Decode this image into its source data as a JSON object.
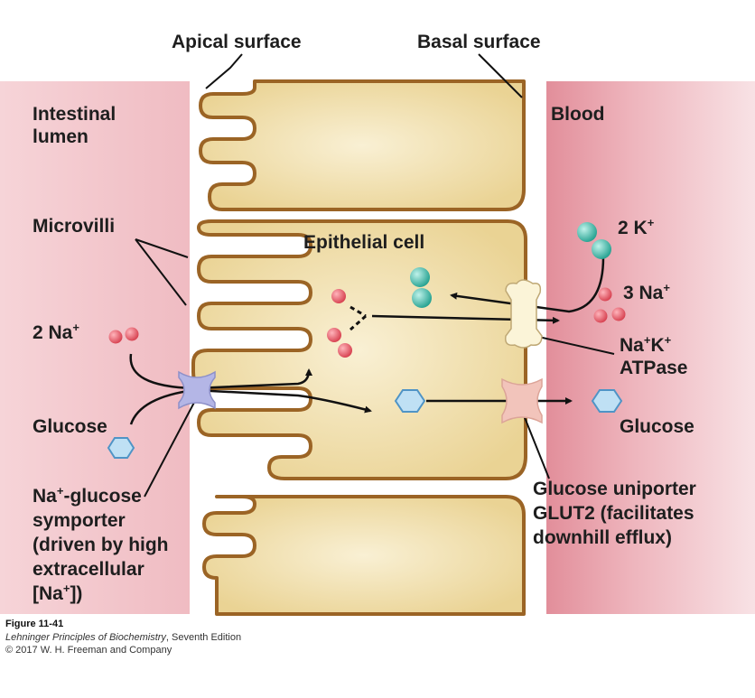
{
  "labels": {
    "apical_surface": "Apical surface",
    "basal_surface": "Basal surface",
    "intestinal_lumen_line1": "Intestinal",
    "intestinal_lumen_line2": "lumen",
    "blood": "Blood",
    "microvilli": "Microvilli",
    "epithelial_cell": "Epithelial cell",
    "two_k": "2 K",
    "k_charge": "+",
    "three_na": "3 Na",
    "na_charge_a": "+",
    "two_na": "2 Na",
    "na_charge_b": "+",
    "glucose_left": "Glucose",
    "glucose_right": "Glucose",
    "atpase_na": "Na",
    "atpase_na_charge": "+",
    "atpase_k": "K",
    "atpase_k_charge": "+",
    "atpase_line2": "ATPase",
    "symporter_na": "Na",
    "symporter_charge": "+",
    "symporter_line1_rest": "-glucose",
    "symporter_line2": "symporter",
    "symporter_line3": "(driven by high",
    "symporter_line4": "extracellular",
    "symporter_line5_open": "[Na",
    "symporter_line5_charge": "+",
    "symporter_line5_close": "])",
    "uniporter_line1": "Glucose uniporter",
    "uniporter_line2": "GLUT2 (facilitates",
    "uniporter_line3": "downhill efflux)"
  },
  "caption": {
    "figure": "Figure 11-41",
    "book_title": "Lehninger Principles of Biochemistry",
    "edition": ", Seventh Edition",
    "copyright": "© 2017 W. H. Freeman and Company"
  },
  "colors": {
    "lumen_pink": "#f3c3c9",
    "blood_red": "#e38f9b",
    "cell_tan": "#ecd89a",
    "cell_light": "#f8eed0",
    "membrane_brown": "#9b6425",
    "sodium_red": "#e05a66",
    "potassium_teal": "#3bb5a6",
    "glucose_blue": "#bfe0f4",
    "symporter_purple": "#b4b6e6",
    "uniporter_pink": "#f2c4bb",
    "atpase_cream": "#fbf4d8"
  },
  "icons": {
    "sodium": "sodium-ion",
    "potassium": "potassium-ion",
    "glucose": "glucose-hexagon",
    "symporter": "symporter-protein",
    "uniporter": "uniporter-protein",
    "atpase": "atpase-pump"
  }
}
